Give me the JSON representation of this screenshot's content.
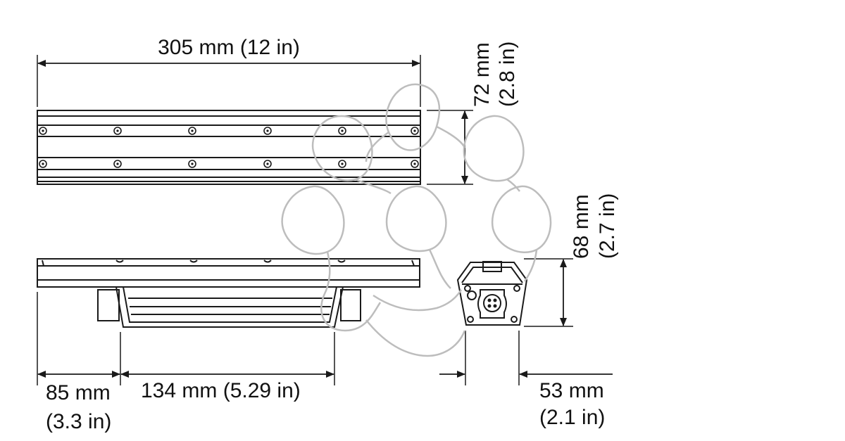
{
  "dimensions": {
    "top_width": "305 mm (12 in)",
    "top_height_mm": "72 mm",
    "top_height_in": "(2.8 in)",
    "side_height_mm": "68 mm",
    "side_height_in": "(2.7 in)",
    "offset_mm": "85 mm",
    "offset_in": "(3.3 in)",
    "bracket_width": "134 mm (5.29 in)",
    "end_width_mm": "53 mm",
    "end_width_in": "(2.1 in)"
  },
  "colors": {
    "line": "#1a1a1a",
    "watermark": "#bdbdbd"
  }
}
